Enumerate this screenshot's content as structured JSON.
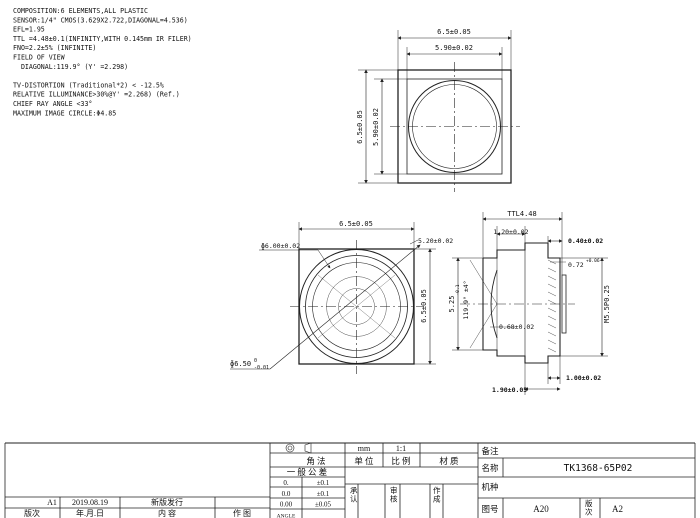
{
  "specs": [
    "COMPOSITION:6 ELEMENTS,ALL PLASTIC",
    "SENSOR:1/4\" CMOS(3.629X2.722,DIAGONAL=4.536)",
    "EFL=1.95",
    "TTL =4.48±0.1(INFINITY,WITH 0.145mm IR FILER)",
    "FNO=2.2±5% (INFINITE)",
    "FIELD OF VIEW",
    "  DIAGONAL:119.9° (Y' =2.298)",
    "",
    "TV-DISTORTION (Traditional*2) < -12.5%",
    "RELATIVE ILLUMINANCE>30%@Y' =2.268) (Ref.)",
    "CHIEF RAY ANGLE <33°",
    "MAXIMUM IMAGE CIRCLE:Φ4.85"
  ],
  "dims": {
    "top_w_outer": "6.5±0.05",
    "top_w_inner": "5.90±0.02",
    "top_h_outer": "6.5±0.05",
    "top_h_inner": "5.90±0.02",
    "front_w": "6.5±0.05",
    "front_h": "6.5±0.05",
    "front_inner_d": "ɸ6.00±0.02",
    "front_corner": "5.20±0.02",
    "front_dia": "ɸ6.50",
    "front_dia_tol_up": "0",
    "front_dia_tol_dn": "-0.01",
    "side_ttl": "TTL4.48",
    "side_120": "1.20±0.02",
    "side_040": "0.40±0.02",
    "side_072": "0.72",
    "side_072_tol": "+0.06",
    "side_525": "5.25",
    "side_525_tol": "-0.1",
    "side_fov": "119.9° ±4°",
    "side_068": "0.68±0.02",
    "side_thread": "M5.5P0.25",
    "side_100": "1.00±0.02",
    "side_190": "1.90±0.05"
  },
  "title_block": {
    "symbols_label": "角   法",
    "unit_label": "单   位",
    "scale_label": "比   例",
    "material_label": "材   质",
    "unit_value": "mm",
    "scale_value": "1:1",
    "tolerance_header": "一  般  公  差",
    "tol_rows": [
      {
        "k": "0.",
        "v": "±0.1"
      },
      {
        "k": "0.0",
        "v": "±0.1"
      },
      {
        "k": "0.00",
        "v": "±0.05"
      },
      {
        "k": "ANGLE",
        "v": ""
      }
    ],
    "approve_label": "承\n认",
    "check_label": "审\n核",
    "make_label": "作\n成",
    "note_label": "备注",
    "name_label": "名称",
    "name_value": "TK1368-65P02",
    "model_label": "机种",
    "drawing_no_label": "图号",
    "drawing_no_value": "A20",
    "version_label": "版\n次",
    "version_value": "A2",
    "rev_row": {
      "ver": "A1",
      "date": "2019.08.19",
      "content": "新版发行"
    },
    "rev_header": {
      "ver": "版次",
      "date": "年.月.日",
      "content": "内      容",
      "author": "作  图"
    }
  }
}
